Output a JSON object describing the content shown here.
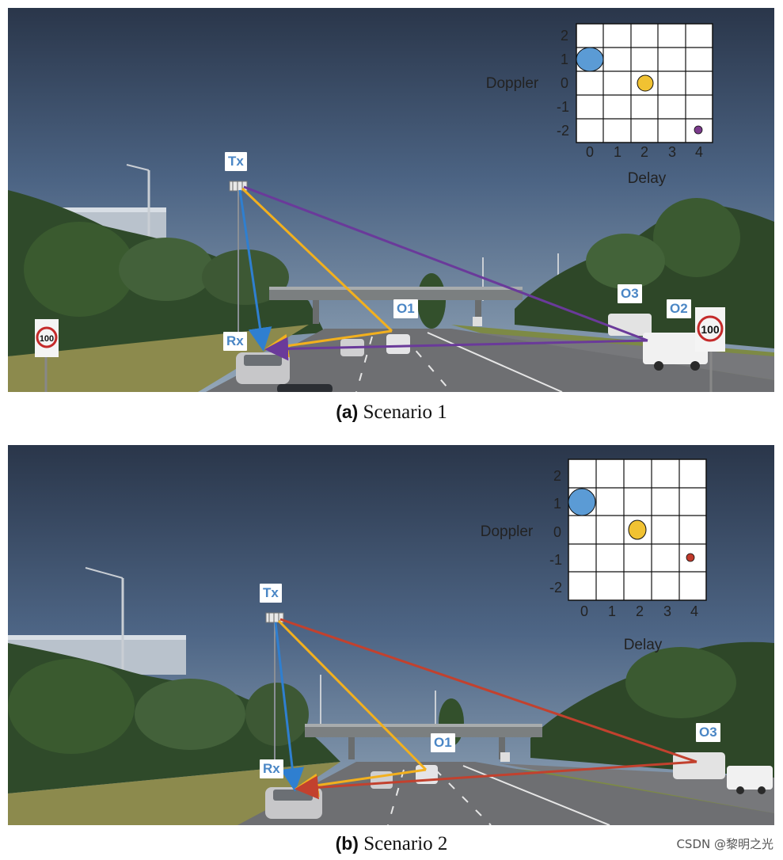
{
  "scenario_a": {
    "caption_label": "(a)",
    "caption_text": "Scenario 1",
    "labels": {
      "tx": "Tx",
      "rx": "Rx",
      "o1": "O1",
      "o2": "O2",
      "o3": "O3"
    },
    "grid": {
      "ylabel": "Doppler",
      "xlabel": "Delay",
      "x_ticks": [
        "0",
        "1",
        "2",
        "3",
        "4"
      ],
      "y_ticks": [
        "2",
        "1",
        "0",
        "-1",
        "-2"
      ]
    },
    "paths": [
      {
        "name": "direct",
        "from": "Tx",
        "to": "Rx",
        "color": "#2f7fd0"
      },
      {
        "name": "via-o1",
        "from": "Tx",
        "via": "O1",
        "to": "Rx",
        "color": "#f2b01e"
      },
      {
        "name": "via-o2",
        "from": "Tx",
        "via": "O2",
        "to": "Rx",
        "color": "#6a3a9a"
      }
    ]
  },
  "scenario_b": {
    "caption_label": "(b)",
    "caption_text": "Scenario 2",
    "labels": {
      "tx": "Tx",
      "rx": "Rx",
      "o1": "O1",
      "o3": "O3"
    },
    "grid": {
      "ylabel": "Doppler",
      "xlabel": "Delay",
      "x_ticks": [
        "0",
        "1",
        "2",
        "3",
        "4"
      ],
      "y_ticks": [
        "2",
        "1",
        "0",
        "-1",
        "-2"
      ]
    },
    "paths": [
      {
        "name": "direct",
        "from": "Tx",
        "to": "Rx",
        "color": "#2f7fd0"
      },
      {
        "name": "via-o1",
        "from": "Tx",
        "via": "O1",
        "to": "Rx",
        "color": "#f2b01e"
      },
      {
        "name": "via-o3",
        "from": "Tx",
        "via": "O3",
        "to": "Rx",
        "color": "#c2412e"
      }
    ]
  },
  "watermark": "CSDN @黎明之光"
}
